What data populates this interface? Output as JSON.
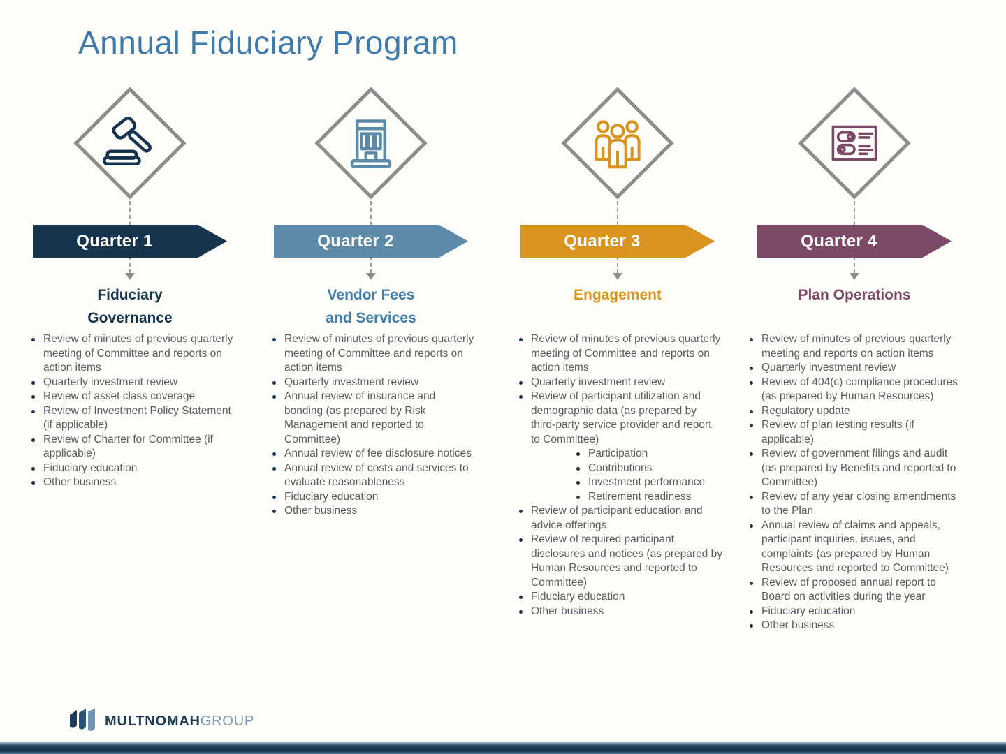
{
  "title": "Annual Fiduciary Program",
  "colors": {
    "title": "#3e7bab",
    "body_text": "#5b5c5e",
    "diamond_outline": "#8d8d8d",
    "dashed_arrow": "#9d9d9d",
    "banner_text": "#ffffff",
    "footer_bar": "#16314a"
  },
  "quarters": [
    {
      "banner_label": "Quarter 1",
      "heading_lines": [
        "Fiduciary",
        "Governance"
      ],
      "accent_color": "#17344e",
      "heading_color": "#17344e",
      "icon": "gavel-icon",
      "items": [
        {
          "text": "Review of minutes of previous quarterly meeting of Committee and reports on action items"
        },
        {
          "text": "Quarterly investment review"
        },
        {
          "text": "Review of asset class coverage"
        },
        {
          "text": "Review of Investment Policy Statement (if applicable)"
        },
        {
          "text": "Review of Charter for Committee (if applicable)"
        },
        {
          "text": "Fiduciary education"
        },
        {
          "text": "Other business"
        }
      ]
    },
    {
      "banner_label": "Quarter 2",
      "heading_lines": [
        "Vendor Fees",
        "and Services"
      ],
      "accent_color": "#5e8aa9",
      "heading_color": "#3f7cab",
      "icon": "building-icon",
      "items": [
        {
          "text": "Review of minutes of previous quarterly meeting of Committee and reports on action items"
        },
        {
          "text": "Quarterly investment review"
        },
        {
          "text": "Annual review of insurance and bonding (as prepared by Risk Management and reported to Committee)"
        },
        {
          "text": "Annual review of fee disclosure notices"
        },
        {
          "text": "Annual review of costs and services to evaluate reasonableness"
        },
        {
          "text": "Fiduciary education"
        },
        {
          "text": "Other business"
        }
      ]
    },
    {
      "banner_label": "Quarter 3",
      "heading_lines": [
        "Engagement"
      ],
      "accent_color": "#d8941f",
      "heading_color": "#d8941f",
      "icon": "people-icon",
      "items": [
        {
          "text": "Review of minutes of previous quarterly meeting of Committee and reports on action items"
        },
        {
          "text": "Quarterly investment review"
        },
        {
          "text": "Review of participant utilization and demographic data (as prepared by third-party service provider and report to Committee)",
          "sub": [
            "Participation",
            "Contributions",
            "Investment performance",
            "Retirement readiness"
          ]
        },
        {
          "text": "Review of participant education and advice offerings"
        },
        {
          "text": "Review of required participant disclosures and notices (as prepared by Human Resources and reported to Committee)"
        },
        {
          "text": "Fiduciary education"
        },
        {
          "text": "Other business"
        }
      ]
    },
    {
      "banner_label": "Quarter 4",
      "heading_lines": [
        "Plan Operations"
      ],
      "accent_color": "#7c4a67",
      "heading_color": "#7c4a67",
      "icon": "toggles-icon",
      "items": [
        {
          "text": "Review of minutes of previous quarterly meeting and reports on action items"
        },
        {
          "text": "Quarterly investment review"
        },
        {
          "text": "Review of 404(c) compliance procedures (as prepared by Human Resources)"
        },
        {
          "text": "Regulatory update"
        },
        {
          "text": "Review of plan testing results (if applicable)"
        },
        {
          "text": "Review of government filings and audit (as prepared by Benefits and reported to Committee)"
        },
        {
          "text": "Review of any year closing amendments to the Plan"
        },
        {
          "text": "Annual review of claims and appeals, participant inquiries, issues, and complaints (as prepared by Human Resources and reported to Committee)"
        },
        {
          "text": "Review of proposed annual report to Board on activities during the year"
        },
        {
          "text": "Fiduciary education"
        },
        {
          "text": "Other business"
        }
      ]
    }
  ],
  "footer": {
    "logo_primary": "MULTNOMAH",
    "logo_secondary": "GROUP"
  }
}
